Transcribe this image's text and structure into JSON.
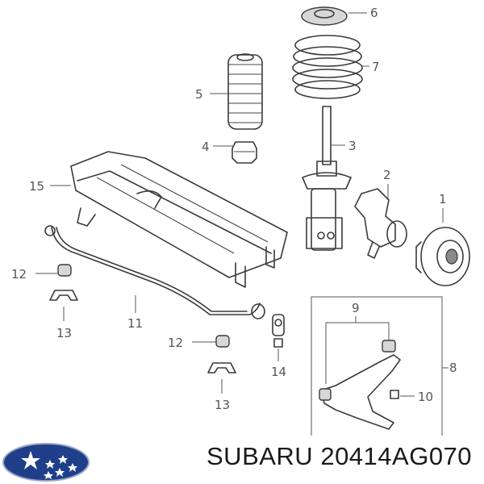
{
  "brand_colors": {
    "logo_blue": "#1f3f8a",
    "logo_star": "#ffffff",
    "line": "#3a3a3a"
  },
  "caption": {
    "brand": "SUBARU",
    "part_number": "20414AG070"
  },
  "callouts": [
    {
      "id": "1",
      "part": "hub-bearing"
    },
    {
      "id": "2",
      "part": "steering-knuckle"
    },
    {
      "id": "3",
      "part": "strut"
    },
    {
      "id": "4",
      "part": "bump-stop"
    },
    {
      "id": "5",
      "part": "dust-boot"
    },
    {
      "id": "6",
      "part": "spring-seat"
    },
    {
      "id": "7",
      "part": "coil-spring"
    },
    {
      "id": "8",
      "part": "control-arm-assembly"
    },
    {
      "id": "9",
      "part": "control-arm-bushing"
    },
    {
      "id": "10",
      "part": "ball-joint"
    },
    {
      "id": "11",
      "part": "stabilizer-bar"
    },
    {
      "id": "12",
      "part": "stabilizer-bushing"
    },
    {
      "id": "13",
      "part": "stabilizer-bracket"
    },
    {
      "id": "14",
      "part": "end-link"
    },
    {
      "id": "15",
      "part": "crossmember"
    }
  ],
  "logo": {
    "icon": "subaru-six-star-emblem"
  }
}
